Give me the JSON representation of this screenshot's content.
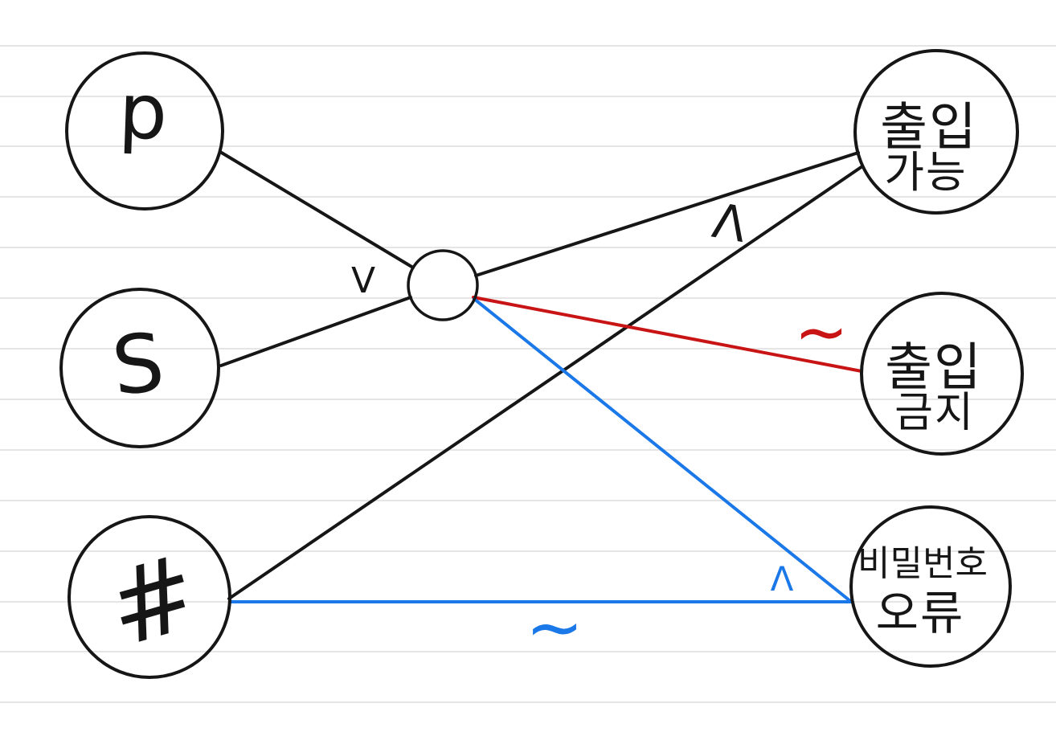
{
  "canvas": {
    "background_color": "#ffffff",
    "ruled_line_color": "#e5e5e5",
    "ink_color": "#161616",
    "red_color": "#c81414",
    "blue_color": "#1b78e8"
  },
  "nodes": {
    "p": {
      "label": "p"
    },
    "s": {
      "label": "S"
    },
    "hash": {
      "label": "#"
    },
    "allow": {
      "line1": "출입",
      "line2": "가능"
    },
    "deny": {
      "line1": "출입",
      "line2": "금지"
    },
    "error": {
      "line1": "비밀번호",
      "line2": "오류"
    }
  },
  "operators": {
    "or": "V",
    "and_allow": "Λ",
    "not_deny": "~",
    "and_error": "Λ",
    "not_error": "~"
  }
}
